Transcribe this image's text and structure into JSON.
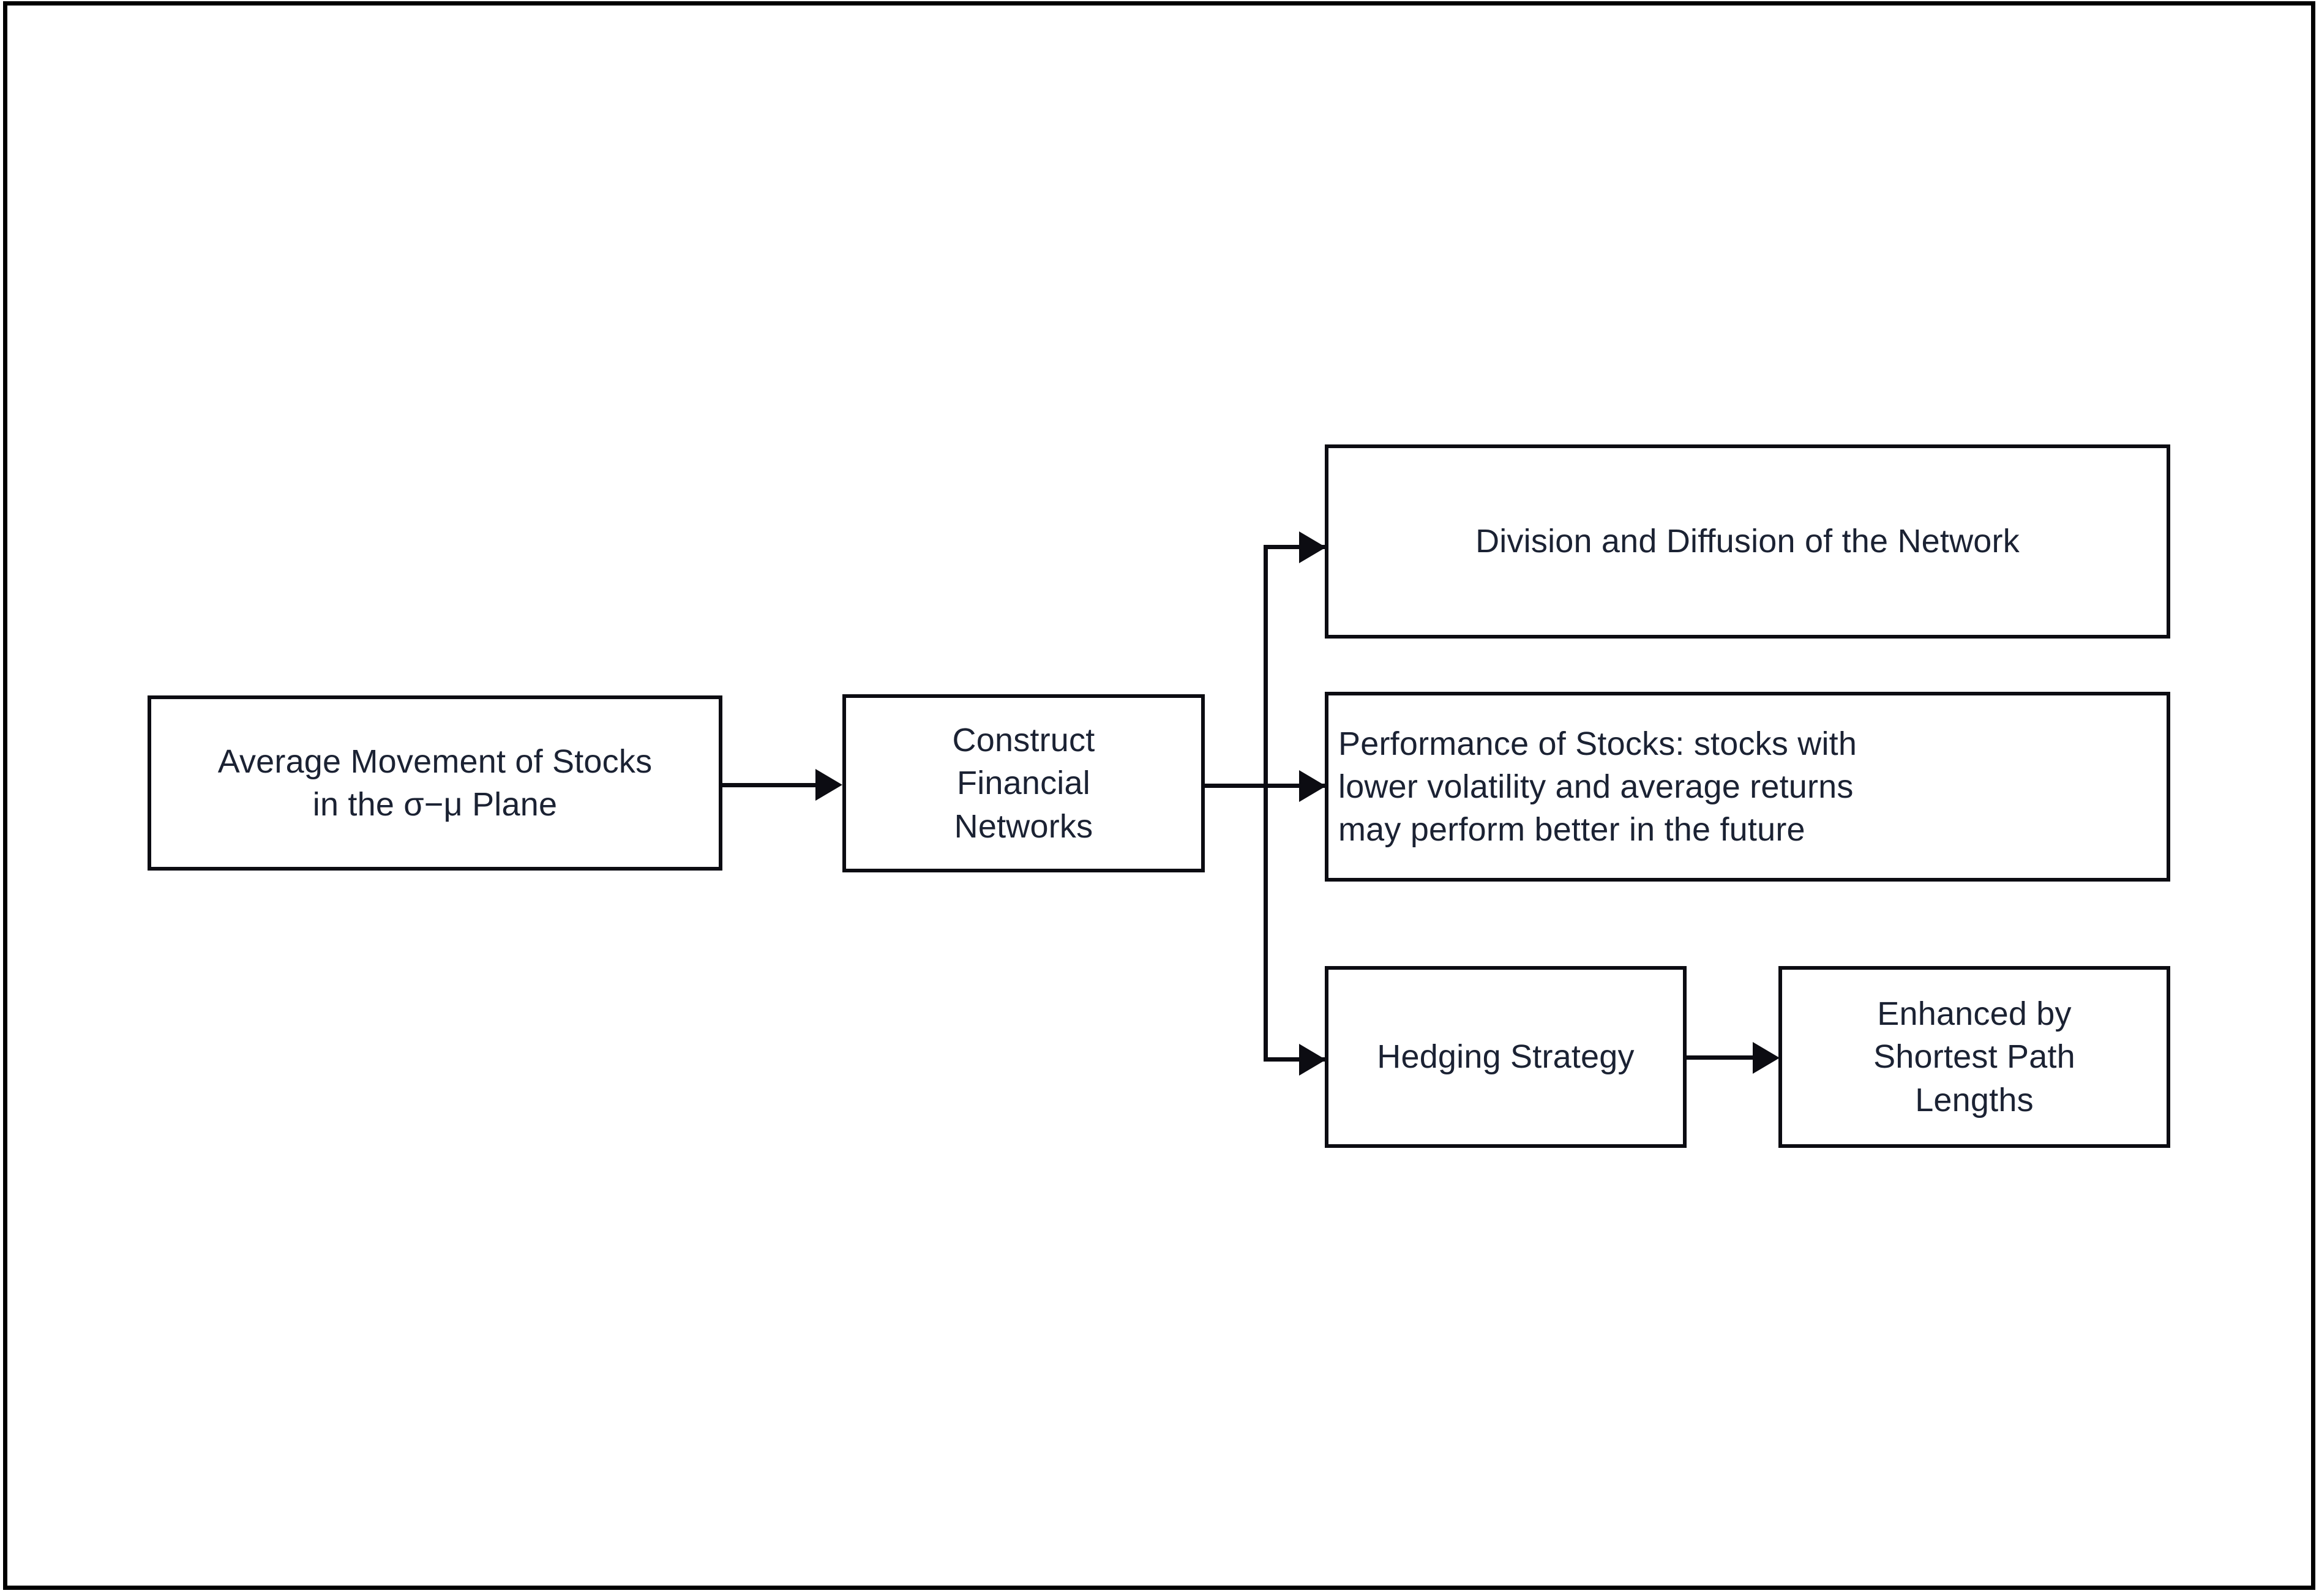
{
  "diagram": {
    "title_present": false,
    "background_color": "#ffffff",
    "border_color": "#000000",
    "node_border_color": "#0c0c12",
    "text_color": "#1b2233",
    "connector_color": "#0c0c12",
    "nodes": [
      {
        "id": "average-movement",
        "label": "Average Movement of Stocks\nin the σ−μ Plane",
        "align": "center"
      },
      {
        "id": "construct-networks",
        "label": "Construct\nFinancial\nNetworks",
        "align": "center"
      },
      {
        "id": "division-diffusion",
        "label": "Division and Diffusion of the Network",
        "align": "center"
      },
      {
        "id": "performance-of-stocks",
        "label": "Performance of Stocks:  stocks with\nlower volatility and average returns\nmay perform better in the future",
        "align": "left"
      },
      {
        "id": "hedging-strategy",
        "label": "Hedging Strategy",
        "align": "center"
      },
      {
        "id": "shortest-path-lengths",
        "label": "Enhanced by\nShortest Path\nLengths",
        "align": "center"
      }
    ],
    "edges": [
      {
        "id": "edge-average-to-construct",
        "from": "average-movement",
        "to": "construct-networks"
      },
      {
        "id": "edge-construct-to-division",
        "from": "construct-networks",
        "to": "division-diffusion"
      },
      {
        "id": "edge-construct-to-performance",
        "from": "construct-networks",
        "to": "performance-of-stocks"
      },
      {
        "id": "edge-construct-to-hedging",
        "from": "construct-networks",
        "to": "hedging-strategy"
      },
      {
        "id": "edge-hedging-to-shortest-path",
        "from": "hedging-strategy",
        "to": "shortest-path-lengths"
      }
    ]
  }
}
